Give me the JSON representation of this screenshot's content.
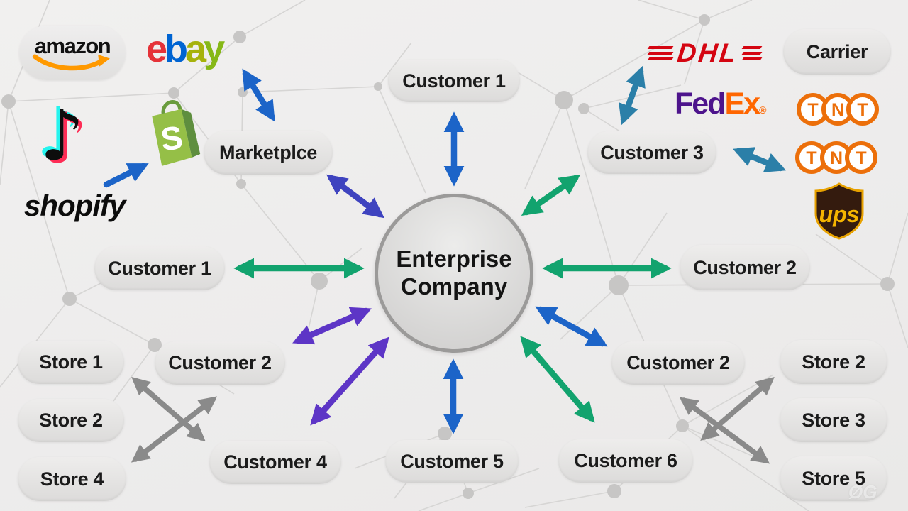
{
  "title": "Enterprise Company omnichannel network diagram",
  "center_node": {
    "line1": "Enterprise",
    "line2": "Company"
  },
  "pills": {
    "customer1_top": "Customer 1",
    "marketplace": "Marketplce",
    "carrier": "Carrier",
    "customer3": "Customer 3",
    "customer1_left": "Customer 1",
    "customer2_right": "Customer 2",
    "customer2_left": "Customer 2",
    "customer4": "Customer 4",
    "customer5": "Customer 5",
    "customer6": "Customer 6",
    "customer2_bottom_right": "Customer 2",
    "store1": "Store 1",
    "store2_left": "Store 2",
    "store4": "Store 4",
    "store2_right": "Store 2",
    "store3": "Store 3",
    "store5": "Store 5"
  },
  "logos": {
    "amazon": {
      "text": "amazon"
    },
    "ebay": {
      "letters": [
        "e",
        "b",
        "a",
        "y"
      ]
    },
    "tiktok": {
      "glyph": "♪"
    },
    "shopify_bag": {
      "letter": "S"
    },
    "shopify_wordmark": {
      "text": "shopify"
    },
    "dhl": {
      "text": "DHL"
    },
    "fedex": {
      "fed": "Fed",
      "ex": "Ex",
      "reg": "®"
    },
    "tnt_top": {
      "letters": [
        "T",
        "N",
        "T"
      ]
    },
    "tnt_bottom": {
      "letters": [
        "T",
        "N",
        "T"
      ]
    },
    "ups": {
      "text": "ups"
    }
  },
  "colors": {
    "arrow_blue": "#1c64c8",
    "arrow_indigo": "#3e43bf",
    "arrow_violet": "#5d35c6",
    "arrow_green": "#12a36e",
    "arrow_steelblue": "#2b7fa8",
    "arrow_gray": "#8a8a8a",
    "amazon_smile_orange": "#ff9900",
    "ebay_red": "#e53238",
    "ebay_blue": "#0064d2",
    "ebay_yellow_green": "#a6b20c",
    "ebay_green": "#86b817",
    "tiktok_cyan": "#25f4ee",
    "tiktok_pink": "#fe2c55",
    "shopify_green": "#95bf47",
    "shopify_dark_green": "#5e8e3e",
    "dhl_red": "#d40511",
    "fedex_purple": "#4d148c",
    "fedex_orange": "#ff6600",
    "tnt_orange": "#ec6f0a",
    "ups_brown": "#341b0e",
    "ups_gold": "#f5b400",
    "pill_gray": "#e3e2e1",
    "circle_border_gray": "#9b9a99"
  },
  "watermark": "ØG"
}
